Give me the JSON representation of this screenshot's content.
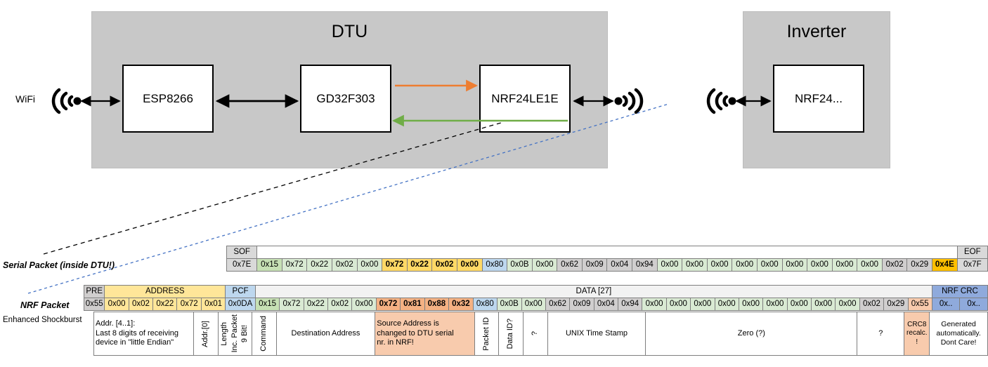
{
  "block_diagram": {
    "dtu": {
      "title": "DTU",
      "chips": [
        "ESP8266",
        "GD32F303",
        "NRF24LE1E"
      ],
      "wifi_label": "WiFi",
      "uplink_arrow_color": "#ed7d31",
      "downlink_arrow_color": "#70ad47"
    },
    "inverter": {
      "title": "Inverter",
      "chips": [
        "NRF24..."
      ]
    }
  },
  "serial_packet": {
    "label": "Serial Packet (inside DTU!)",
    "sof_header": "SOF",
    "eof_header": "EOF",
    "sof_value": "0x7E",
    "eof_value": "0x7F",
    "bytes": [
      {
        "v": "0x15",
        "fill": "f-green2"
      },
      {
        "v": "0x72",
        "fill": "f-green"
      },
      {
        "v": "0x22",
        "fill": "f-green"
      },
      {
        "v": "0x02",
        "fill": "f-green"
      },
      {
        "v": "0x00",
        "fill": "f-green"
      },
      {
        "v": "0x72",
        "fill": "f-yellow"
      },
      {
        "v": "0x22",
        "fill": "f-yellow"
      },
      {
        "v": "0x02",
        "fill": "f-yellow"
      },
      {
        "v": "0x00",
        "fill": "f-yellow"
      },
      {
        "v": "0x80",
        "fill": "f-blue"
      },
      {
        "v": "0x0B",
        "fill": "f-green"
      },
      {
        "v": "0x00",
        "fill": "f-green"
      },
      {
        "v": "0x62",
        "fill": "f-gray2"
      },
      {
        "v": "0x09",
        "fill": "f-gray2"
      },
      {
        "v": "0x04",
        "fill": "f-gray2"
      },
      {
        "v": "0x94",
        "fill": "f-gray2"
      },
      {
        "v": "0x00",
        "fill": "f-green"
      },
      {
        "v": "0x00",
        "fill": "f-green"
      },
      {
        "v": "0x00",
        "fill": "f-green"
      },
      {
        "v": "0x00",
        "fill": "f-green"
      },
      {
        "v": "0x00",
        "fill": "f-green"
      },
      {
        "v": "0x00",
        "fill": "f-green"
      },
      {
        "v": "0x00",
        "fill": "f-green"
      },
      {
        "v": "0x00",
        "fill": "f-green"
      },
      {
        "v": "0x00",
        "fill": "f-green"
      },
      {
        "v": "0x02",
        "fill": "f-gray2"
      },
      {
        "v": "0x29",
        "fill": "f-gray2"
      },
      {
        "v": "0x4E",
        "fill": "f-orange"
      }
    ]
  },
  "nrf_packet": {
    "label": "NRF Packet",
    "sublabel": "Enhanced Shockburst",
    "headers": {
      "pre": "PRE",
      "address": "ADDRESS",
      "pcf": "PCF",
      "data": "DATA [27]",
      "crc": "NRF CRC"
    },
    "pre_value": "0x55",
    "address_values": [
      "0x00",
      "0x02",
      "0x22",
      "0x72",
      "0x01"
    ],
    "pcf_value": "0x0DA",
    "crc_values": [
      "0x..",
      "0x.."
    ],
    "bytes": [
      {
        "v": "0x15",
        "fill": "f-green2"
      },
      {
        "v": "0x72",
        "fill": "f-green"
      },
      {
        "v": "0x22",
        "fill": "f-green"
      },
      {
        "v": "0x02",
        "fill": "f-green"
      },
      {
        "v": "0x00",
        "fill": "f-green"
      },
      {
        "v": "0x72",
        "fill": "f-salmon"
      },
      {
        "v": "0x81",
        "fill": "f-salmon"
      },
      {
        "v": "0x88",
        "fill": "f-salmon"
      },
      {
        "v": "0x32",
        "fill": "f-salmon"
      },
      {
        "v": "0x80",
        "fill": "f-blue"
      },
      {
        "v": "0x0B",
        "fill": "f-green"
      },
      {
        "v": "0x00",
        "fill": "f-green"
      },
      {
        "v": "0x62",
        "fill": "f-gray2"
      },
      {
        "v": "0x09",
        "fill": "f-gray2"
      },
      {
        "v": "0x04",
        "fill": "f-gray2"
      },
      {
        "v": "0x94",
        "fill": "f-gray2"
      },
      {
        "v": "0x00",
        "fill": "f-green"
      },
      {
        "v": "0x00",
        "fill": "f-green"
      },
      {
        "v": "0x00",
        "fill": "f-green"
      },
      {
        "v": "0x00",
        "fill": "f-green"
      },
      {
        "v": "0x00",
        "fill": "f-green"
      },
      {
        "v": "0x00",
        "fill": "f-green"
      },
      {
        "v": "0x00",
        "fill": "f-green"
      },
      {
        "v": "0x00",
        "fill": "f-green"
      },
      {
        "v": "0x00",
        "fill": "f-green"
      },
      {
        "v": "0x02",
        "fill": "f-gray2"
      },
      {
        "v": "0x29",
        "fill": "f-gray2"
      },
      {
        "v": "0x55",
        "fill": "f-salmonl"
      }
    ],
    "annotations": {
      "address_note": "Addr. [4..1]:\nLast 8 digits of receiving\ndevice in \"little Endian\"",
      "addr0": "Addr.[0]",
      "pcf_a": "9 Bit!",
      "pcf_b": "Inc. Packet",
      "pcf_c": "Length",
      "command": "Command",
      "destination": "Destination Address",
      "source_note": "Source Address is\nchanged to DTU serial\nnr. in NRF!",
      "packet_id": "Packet ID",
      "data_id": "Data ID?",
      "question_short": "?",
      "unix": "UNIX Time Stamp",
      "zero": "Zero (?)",
      "question2": "?",
      "crc8": "CRC8\nrecalc.\n!",
      "generated": "Generated\nautomatically.\nDont Care!"
    }
  }
}
